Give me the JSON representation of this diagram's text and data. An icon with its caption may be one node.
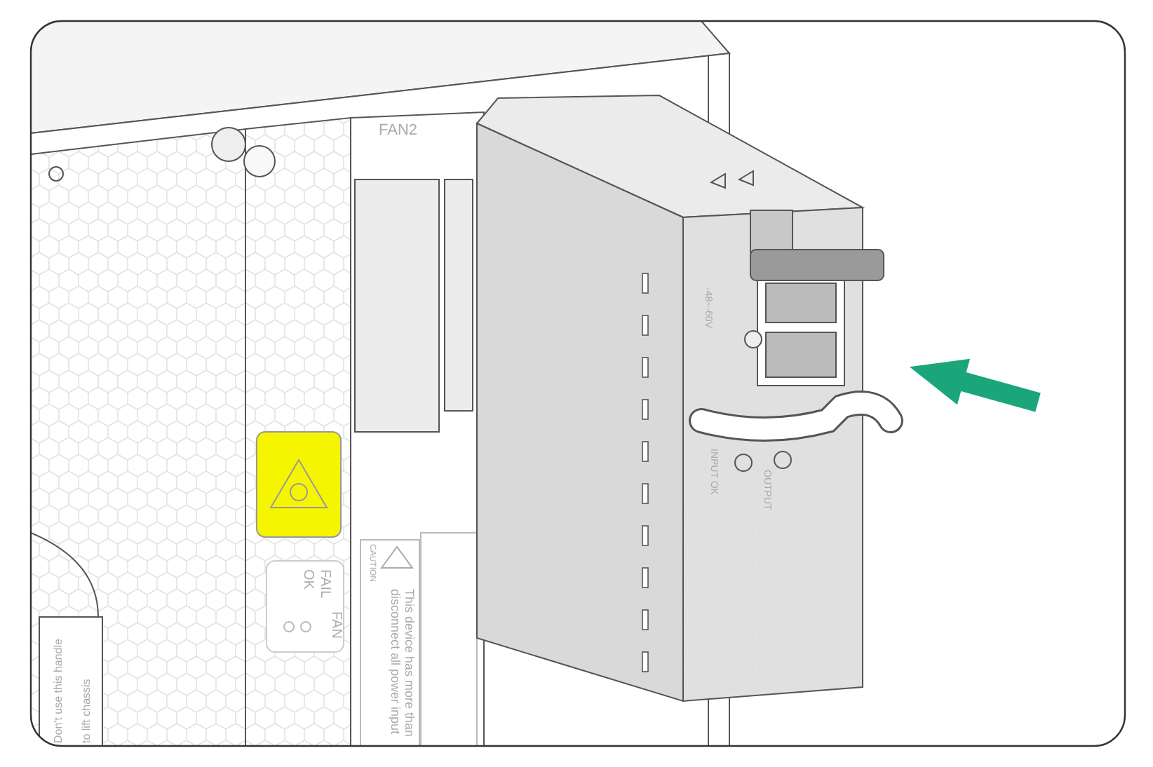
{
  "diagram": {
    "labels": [
      "FAN2",
      "FAIL",
      "OK",
      "FAN",
      "Don't use this handle",
      "to lift chassis",
      "CAUTION",
      "This device has more than",
      "disconnect all power input",
      "-48~-60V",
      "INPUT OK",
      "OUTPUT"
    ]
  }
}
